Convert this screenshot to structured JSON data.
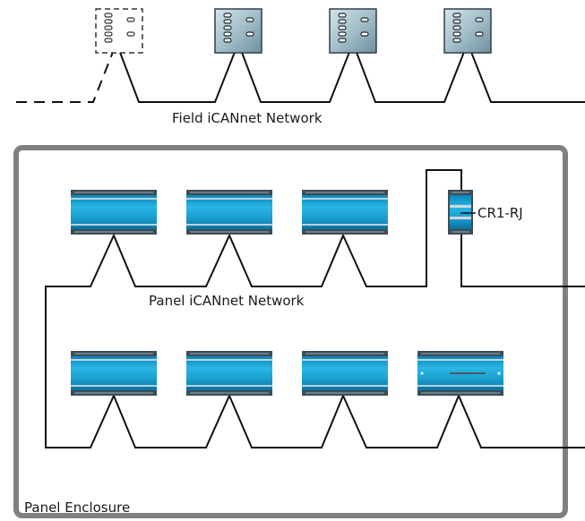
{
  "labels": {
    "field_network": "Field iCANnet Network",
    "panel_network": "Panel iCANnet Network",
    "panel_enclosure": "Panel Enclosure",
    "repeater": "CR1-RJ"
  },
  "colors": {
    "enclosure_border": "#808080",
    "module_blue": "#1fa9d6",
    "module_dark": "#3c4d57",
    "field_device_steel": "#a9c3cc",
    "wire": "#111111"
  },
  "field_devices": [
    {
      "state": "dashed"
    },
    {
      "state": "solid"
    },
    {
      "state": "solid"
    },
    {
      "state": "solid"
    }
  ],
  "panel_rows": [
    {
      "modules": [
        "standard",
        "standard",
        "standard"
      ]
    },
    {
      "modules": [
        "standard",
        "standard",
        "standard",
        "indicator"
      ]
    }
  ]
}
